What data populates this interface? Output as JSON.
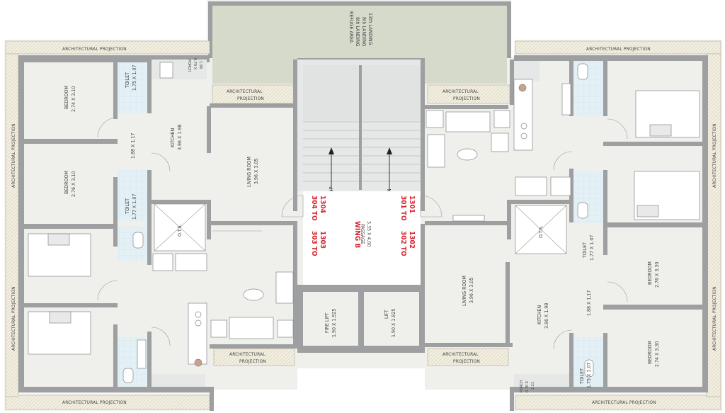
{
  "plan": {
    "refuge": {
      "title": "REFUGE AREA",
      "line1": "6th LANDING",
      "line2": "8th LANDING",
      "line3": "13th LANDING"
    },
    "projection_label": "ARCHITECTURAL PROJECTION",
    "projection_line1": "ARCHITECTURAL",
    "projection_line2": "PROJECTION",
    "wing": {
      "name": "WING B",
      "room": "PASSAGE",
      "dims": "3.35 X 4.00"
    },
    "flats": {
      "tl": "304 TO",
      "tl2": "1304",
      "bl": "303 TO",
      "bl2": "1303",
      "tr": "301 TO",
      "tr2": "1301",
      "br": "302 TO",
      "br2": "1302"
    },
    "stairs": {
      "up": "UP",
      "dn": "DN"
    },
    "lifts": {
      "fire": "FIRE LIFT",
      "fire_dims": "1.90 X 1.925",
      "lift": "LIFT",
      "lift_dims": "1.90 X 1.925"
    },
    "left": {
      "bed1": {
        "name": "BEDROOM",
        "dims": "2.74 X 3.10"
      },
      "bed2": {
        "name": "BEDROOM",
        "dims": "2.76 X 3.10"
      },
      "toilet1": {
        "name": "TOILET",
        "dims": "1.75 X 1.07"
      },
      "toilet2": {
        "name": "TOILET",
        "dims": "1.77 X 1.07"
      },
      "porch": {
        "name": "PORCH",
        "dims1": "0.70 X",
        "dims2": "1.98"
      },
      "kitchen": {
        "name": "KITCHEN",
        "dims": "3.96 X 1.98"
      },
      "passage": "1.88 X 1.17",
      "living": {
        "name": "LIVING ROOM",
        "dims": "3.96 X 3.05"
      },
      "ots": "O.T.S."
    },
    "right": {
      "bed1": {
        "name": "BEDROOM",
        "dims": "2.76 X 3.30"
      },
      "bed2": {
        "name": "BEDROOM",
        "dims": "2.74 X 3.30"
      },
      "toilet1": {
        "name": "TOILET",
        "dims": "1.77 X 1.07"
      },
      "toilet2": {
        "name": "TOILET",
        "dims": "1.75 X 1.07"
      },
      "porch": {
        "name": "PORCH",
        "dims1": "0.70 X",
        "dims2": "2.21"
      },
      "kitchen": {
        "name": "KITCHEN",
        "dims": "3.96 X 1.98"
      },
      "passage": "1.88 X 1.17",
      "living": {
        "name": "LIVING ROOM",
        "dims": "3.96 X 3.05"
      },
      "ots": "O.T.S."
    }
  },
  "colors": {
    "wall": "#9d9fa0",
    "floor": "#efefec",
    "refuge": "#d6dacb",
    "stair": "#e6e7e7",
    "toilet": "#e3f0f5",
    "label_red": "#d5232c"
  }
}
